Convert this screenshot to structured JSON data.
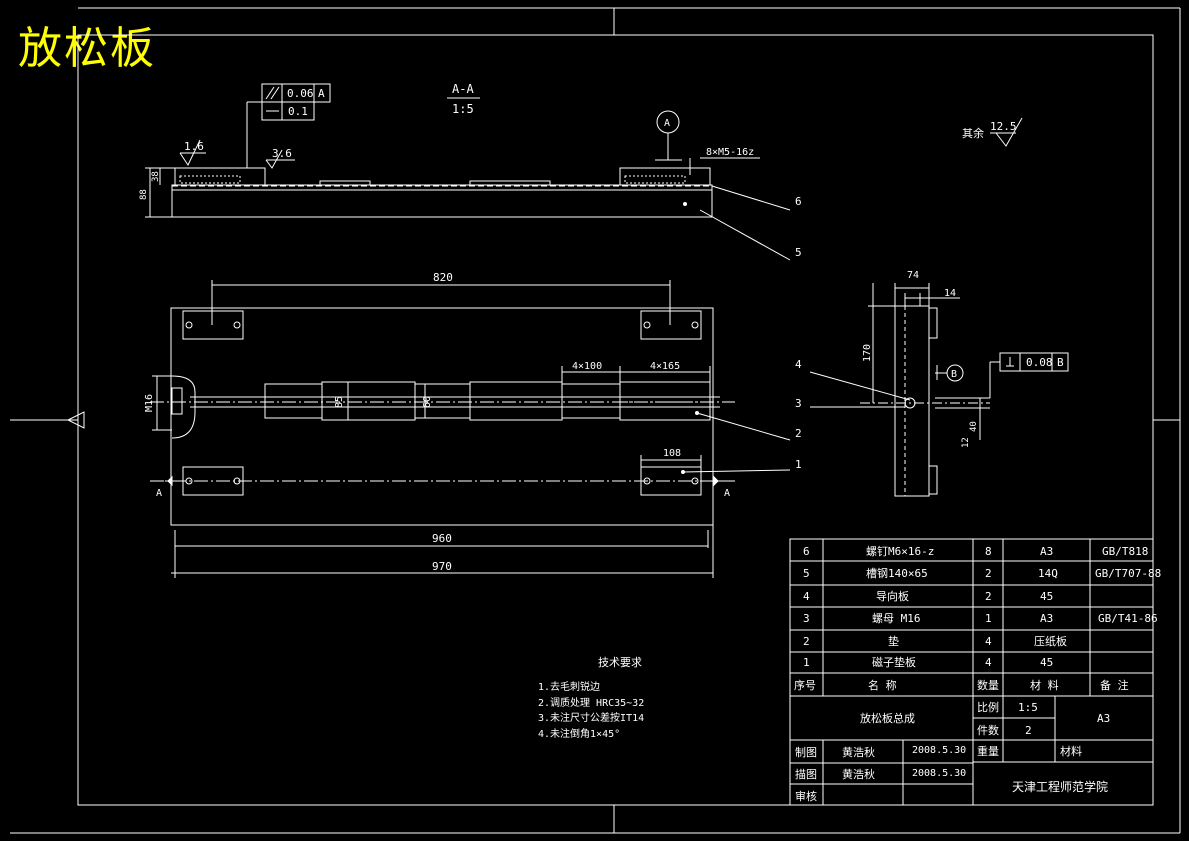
{
  "title": "放松板",
  "section": {
    "label": "A-A",
    "scale": "1:5"
  },
  "tolerances": {
    "parallel": "0.06",
    "parallel_datum": "A",
    "straight": "0.1",
    "perp": "0.08",
    "perp_datum": "B"
  },
  "datums": {
    "a": "A",
    "b": "B"
  },
  "roughness": {
    "r1": "1.6",
    "r2": "3.6",
    "rest_label": "其余",
    "rest": "12.5"
  },
  "top_view": {
    "thread_note": "8×M5-16z",
    "dim_38": "38",
    "dim_88": "88"
  },
  "dims": {
    "d820": "820",
    "d4x100": "4×100",
    "d4x165": "4×165",
    "m16": "M16",
    "d85": "85",
    "d60": "60",
    "d108": "108",
    "d960": "960",
    "d970": "970",
    "d74": "74",
    "d14": "14",
    "d170": "170",
    "d12": "12",
    "d40": "40"
  },
  "callouts": [
    "1",
    "2",
    "3",
    "4",
    "5",
    "6"
  ],
  "tech": {
    "heading": "技术要求",
    "items": [
      "1.去毛刺锐边",
      "2.调质处理 HRC35~32",
      "3.未注尺寸公差按IT14",
      "4.未注倒角1×45°"
    ]
  },
  "bom": {
    "rows": [
      {
        "no": "6",
        "name": "螺钉M6×16-z",
        "qty": "8",
        "mat": "A3",
        "note": "GB/T818"
      },
      {
        "no": "5",
        "name": "槽钢140×65",
        "qty": "2",
        "mat": "14Q",
        "note": "GB/T707-88"
      },
      {
        "no": "4",
        "name": "导向板",
        "qty": "2",
        "mat": "45",
        "note": ""
      },
      {
        "no": "3",
        "name": "螺母 M16",
        "qty": "1",
        "mat": "A3",
        "note": "GB/T41-86"
      },
      {
        "no": "2",
        "name": "垫",
        "qty": "4",
        "mat": "压纸板",
        "note": ""
      },
      {
        "no": "1",
        "name": "磁子垫板",
        "qty": "4",
        "mat": "45",
        "note": ""
      }
    ],
    "header": {
      "no": "序号",
      "name": "名 称",
      "qty": "数量",
      "mat": "材 料",
      "note": "备 注"
    }
  },
  "title_block": {
    "assembly": "放松板总成",
    "scale_label": "比例",
    "scale": "1:5",
    "count_label": "件数",
    "count": "2",
    "sheet": "A3",
    "weight_label": "重量",
    "material_label": "材料",
    "draw_label": "制图",
    "draw_name": "黄浩秋",
    "draw_date": "2008.5.30",
    "trace_label": "描图",
    "trace_name": "黄浩秋",
    "trace_date": "2008.5.30",
    "review_label": "审核",
    "school": "天津工程师范学院"
  }
}
